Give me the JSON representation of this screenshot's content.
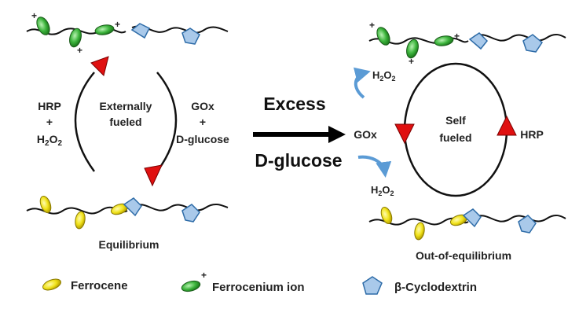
{
  "left": {
    "cycle_label_1": "Externally",
    "cycle_label_2": "fueled",
    "hrp_1": "HRP",
    "hrp_2": "+",
    "h2o2_base_h": "H",
    "h2o2_sub_a": "2",
    "h2o2_base_o": "O",
    "h2o2_sub_b": "2",
    "gox_1": "GOx",
    "gox_2": "+",
    "gox_3": "D-glucose",
    "state_label": "Equilibrium"
  },
  "middle": {
    "line_1": "Excess",
    "line_2": "D-glucose"
  },
  "right": {
    "cycle_label_1": "Self",
    "cycle_label_2": "fueled",
    "gox": "GOx",
    "hrp": "HRP",
    "h2o2_top": [
      "H",
      "2",
      "O",
      "2"
    ],
    "h2o2_bottom": [
      "H",
      "2",
      "O",
      "2"
    ],
    "state_label": "Out-of-equilibrium"
  },
  "legend": {
    "ferrocene": "Ferrocene",
    "ferrocenium": "Ferrocenium ion",
    "plus_sign": "+",
    "cyclodextrin": "β-Cyclodextrin"
  },
  "colors": {
    "ferrocene_fill": "#f0e21a",
    "ferrocenium_fill": "#3cb43c",
    "cyclodextrin_fill": "#a9c9ea",
    "triangle_fill": "#e01010",
    "curl_arrow": "#5b9bd5"
  }
}
